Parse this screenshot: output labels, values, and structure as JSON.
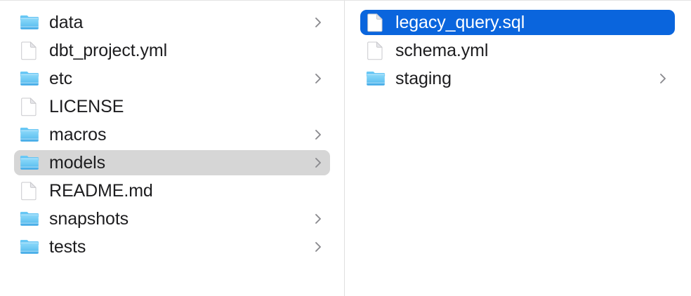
{
  "window": {
    "app": "Finder",
    "view_mode": "column"
  },
  "colors": {
    "selection_active": "#0a65dd",
    "selection_inactive": "#d6d6d6",
    "folder_blue": "#5ec3f5",
    "folder_blue_dark": "#3fa9e8",
    "text": "#1d1d1f",
    "text_selected": "#ffffff",
    "divider": "#e0e0e0",
    "chevron": "#8a8a8e"
  },
  "columns": [
    {
      "name": "project-root-column",
      "items": [
        {
          "label": "data",
          "kind": "folder",
          "icon": "folder-icon",
          "has_chevron": true,
          "selected": "none"
        },
        {
          "label": "dbt_project.yml",
          "kind": "file",
          "icon": "document-icon",
          "has_chevron": false,
          "selected": "none"
        },
        {
          "label": "etc",
          "kind": "folder",
          "icon": "folder-icon",
          "has_chevron": true,
          "selected": "none"
        },
        {
          "label": "LICENSE",
          "kind": "file",
          "icon": "document-icon",
          "has_chevron": false,
          "selected": "none"
        },
        {
          "label": "macros",
          "kind": "folder",
          "icon": "folder-icon",
          "has_chevron": true,
          "selected": "none"
        },
        {
          "label": "models",
          "kind": "folder",
          "icon": "folder-icon",
          "has_chevron": true,
          "selected": "inactive"
        },
        {
          "label": "README.md",
          "kind": "file",
          "icon": "document-icon",
          "has_chevron": false,
          "selected": "none"
        },
        {
          "label": "snapshots",
          "kind": "folder",
          "icon": "folder-icon",
          "has_chevron": true,
          "selected": "none"
        },
        {
          "label": "tests",
          "kind": "folder",
          "icon": "folder-icon",
          "has_chevron": true,
          "selected": "none"
        }
      ]
    },
    {
      "name": "models-folder-column",
      "items": [
        {
          "label": "legacy_query.sql",
          "kind": "file",
          "icon": "document-icon",
          "has_chevron": false,
          "selected": "active"
        },
        {
          "label": "schema.yml",
          "kind": "file",
          "icon": "document-icon",
          "has_chevron": false,
          "selected": "none"
        },
        {
          "label": "staging",
          "kind": "folder",
          "icon": "folder-icon",
          "has_chevron": true,
          "selected": "none"
        }
      ]
    }
  ]
}
